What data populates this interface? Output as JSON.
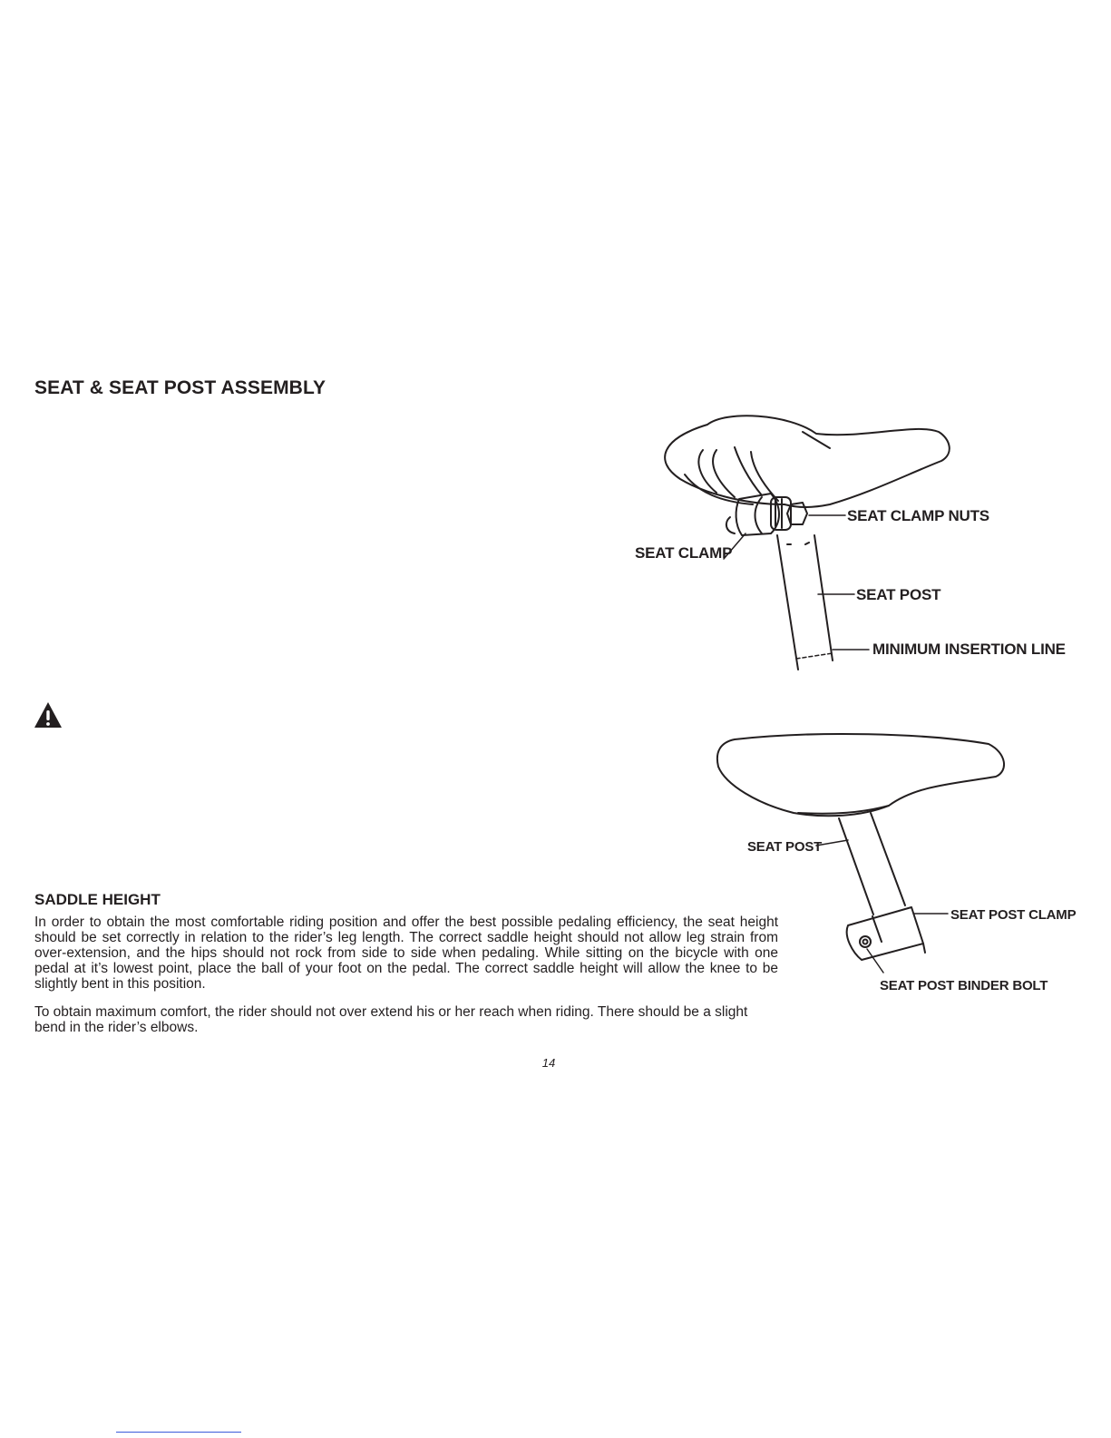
{
  "section_title": "SEAT & SEAT POST ASSEMBLY",
  "figure1": {
    "labels": {
      "seat_clamp_nuts": "SEAT CLAMP NUTS",
      "seat_clamp": "SEAT CLAMP",
      "seat_post": "SEAT POST",
      "minimum_insertion_line": "MINIMUM INSERTION LINE"
    }
  },
  "figure2": {
    "labels": {
      "seat_post": "SEAT POST",
      "seat_post_clamp": "SEAT POST CLAMP",
      "seat_post_binder_bolt": "SEAT POST BINDER BOLT"
    }
  },
  "warning_icon": "warning-triangle-icon",
  "saddle_height": {
    "title": "SADDLE HEIGHT",
    "paragraph1": "In order to obtain the most comfortable riding position and offer the best possible pedaling efficiency, the seat height should be set correctly in relation to the rider’s leg length. The correct saddle height should not allow leg strain from over-extension, and the hips should not rock from side to side when pedaling. While sitting on the bicycle with one pedal at it’s lowest point, place the ball of your foot on the pedal. The correct saddle height will allow the knee to be slightly bent in this position.",
    "paragraph2": "To obtain maximum comfort, the rider should not over extend his or her reach when riding. There should be a slight bend in the rider’s elbows."
  },
  "page_number": "14"
}
